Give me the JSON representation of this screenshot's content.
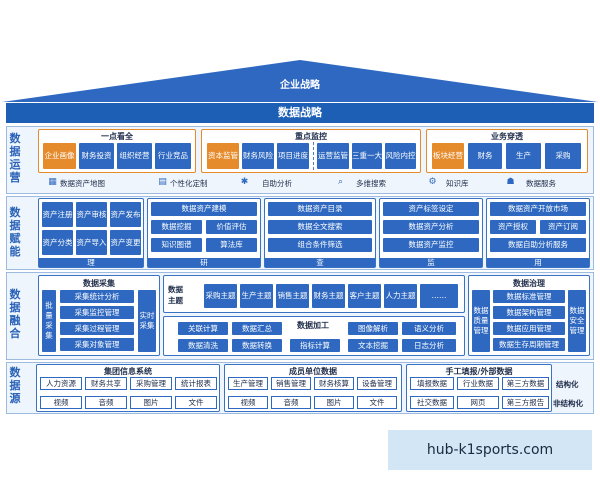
{
  "roof": {
    "title": "企业战略"
  },
  "strategy": {
    "title": "数据战略"
  },
  "ops": {
    "side": "数据运营",
    "group1": {
      "title": "一点看全",
      "items": [
        "企业画像",
        "财务投资",
        "组织经营",
        "行业竞品"
      ]
    },
    "group2": {
      "title": "重点监控",
      "items": [
        "资本监管",
        "财务风险",
        "项目进度",
        "运营监管",
        "三重一大",
        "风险内控"
      ]
    },
    "group3": {
      "title": "业务穿透",
      "items": [
        "板块经营",
        "财务",
        "生产",
        "采购"
      ]
    },
    "strip": [
      "数据资产地图",
      "个性化定制",
      "自助分析",
      "多维搜索",
      "知识库",
      "数据服务"
    ]
  },
  "enable": {
    "side": "数据赋能",
    "li": {
      "cells": [
        "资产注册",
        "资产审核",
        "资产发布",
        "资产分类",
        "资产导入",
        "资产变更"
      ],
      "footer": "理"
    },
    "yan": {
      "cells": [
        "数据资产建模",
        "数据挖掘",
        "价值评估",
        "知识图谱",
        "算法库"
      ],
      "footer": "研"
    },
    "cha": {
      "cells": [
        "数据资产目录",
        "数据全文搜索",
        "组合条件筛选"
      ],
      "footer": "查"
    },
    "jian": {
      "cells": [
        "资产标签设定",
        "数据资产分析",
        "数据资产监控"
      ],
      "footer": "监"
    },
    "yong": {
      "cells": [
        "数据资产开放市场",
        "资产授权",
        "资产订阅",
        "数据自助分析服务"
      ],
      "footer": "用"
    }
  },
  "fusion": {
    "side": "数据融合",
    "collect": {
      "title": "数据采集",
      "left": "批量采集",
      "right": "实时采集",
      "items": [
        "采集统计分析",
        "采集监控管理",
        "采集过程管理",
        "采集对象管理"
      ]
    },
    "topics": {
      "label": "数据主题",
      "items": [
        "采购主题",
        "生产主题",
        "销售主题",
        "财务主题",
        "客户主题",
        "人力主题",
        "……"
      ]
    },
    "process": {
      "title": "数据加工",
      "items": [
        "关联计算",
        "数据汇总",
        "图像解析",
        "语义分析",
        "数据清洗",
        "数据转换",
        "指标计算",
        "文本挖掘",
        "日志分析"
      ]
    },
    "govern": {
      "title": "数据治理",
      "left": "数据质量管理",
      "right": "数据安全管理",
      "items": [
        "数据标准管理",
        "数据架构管理",
        "数据应用管理",
        "数据生存周期管理"
      ]
    }
  },
  "source": {
    "side": "数据源",
    "group_info": {
      "title": "集团信息系统",
      "row1": [
        "人力资源",
        "财务共享",
        "采购管理",
        "统计报表"
      ],
      "row2": [
        "视频",
        "音频",
        "图片",
        "文件"
      ]
    },
    "group_units": {
      "title": "成员单位数据",
      "row1": [
        "生产管理",
        "销售管理",
        "财务核算",
        "设备管理"
      ],
      "row2": [
        "视频",
        "音频",
        "图片",
        "文件"
      ]
    },
    "group_ext": {
      "title": "手工填报/外部数据",
      "row1": [
        "填报数据",
        "行业数据",
        "第三方数据"
      ],
      "row2": [
        "社交数据",
        "网页",
        "第三方报告"
      ]
    },
    "structured": "结构化",
    "unstructured": "非结构化"
  },
  "watermark": "hub-k1sports.com"
}
